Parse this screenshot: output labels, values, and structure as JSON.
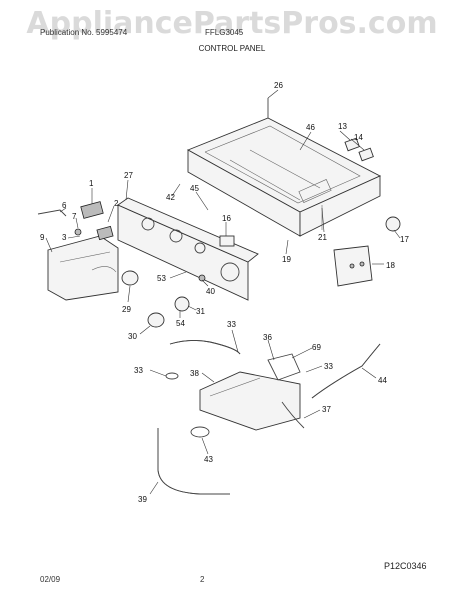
{
  "watermark": "AppliancePartsPros.com",
  "header": {
    "left": "Publication No. 5995474",
    "right": "FFLG3045",
    "title": "CONTROL PANEL"
  },
  "diagram_code": "P12C0346",
  "footer": {
    "date": "02/09",
    "page": "2"
  },
  "callouts": [
    "26",
    "46",
    "13",
    "14",
    "1",
    "27",
    "45",
    "42",
    "6",
    "7",
    "2",
    "16",
    "9",
    "3",
    "17",
    "21",
    "19",
    "18",
    "53",
    "40",
    "29",
    "54",
    "31",
    "30",
    "33",
    "36",
    "69",
    "33",
    "33",
    "38",
    "44",
    "37",
    "43",
    "39"
  ]
}
